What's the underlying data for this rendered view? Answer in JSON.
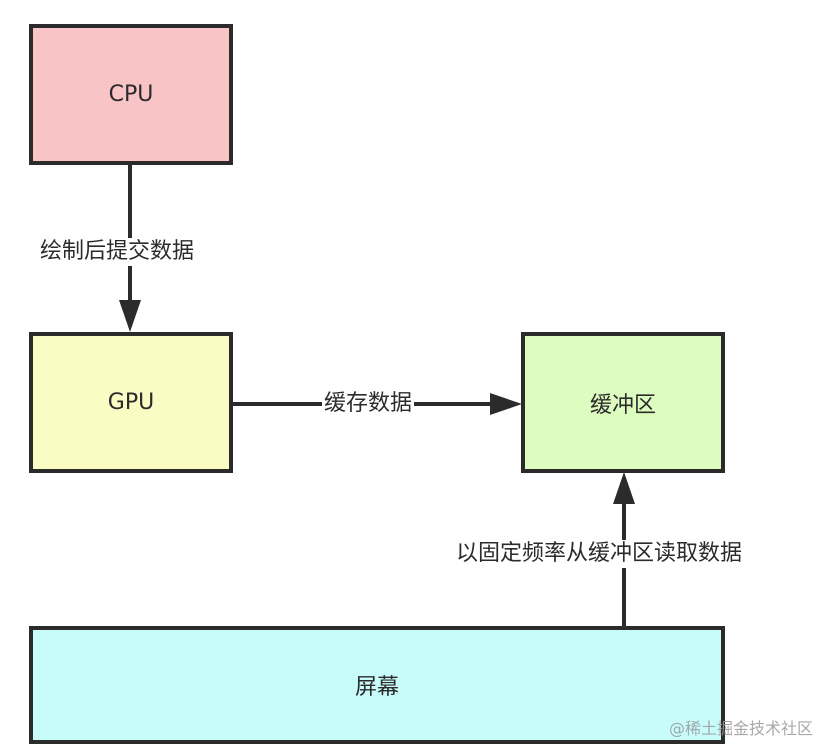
{
  "diagram": {
    "nodes": {
      "cpu": {
        "label": "CPU",
        "fill": "#f9c4c6"
      },
      "gpu": {
        "label": "GPU",
        "fill": "#fbfcc4"
      },
      "buffer": {
        "label": "缓冲区",
        "fill": "#ddfcc0"
      },
      "screen": {
        "label": "屏幕",
        "fill": "#c8fcfb"
      }
    },
    "edges": [
      {
        "from": "cpu",
        "to": "gpu",
        "label": "绘制后提交数据"
      },
      {
        "from": "gpu",
        "to": "buffer",
        "label": "缓存数据"
      },
      {
        "from": "screen",
        "to": "buffer",
        "label": "以固定频率从缓冲区读取数据"
      }
    ],
    "stroke_color": "#2b2b2b"
  },
  "watermark": "@稀土掘金技术社区"
}
